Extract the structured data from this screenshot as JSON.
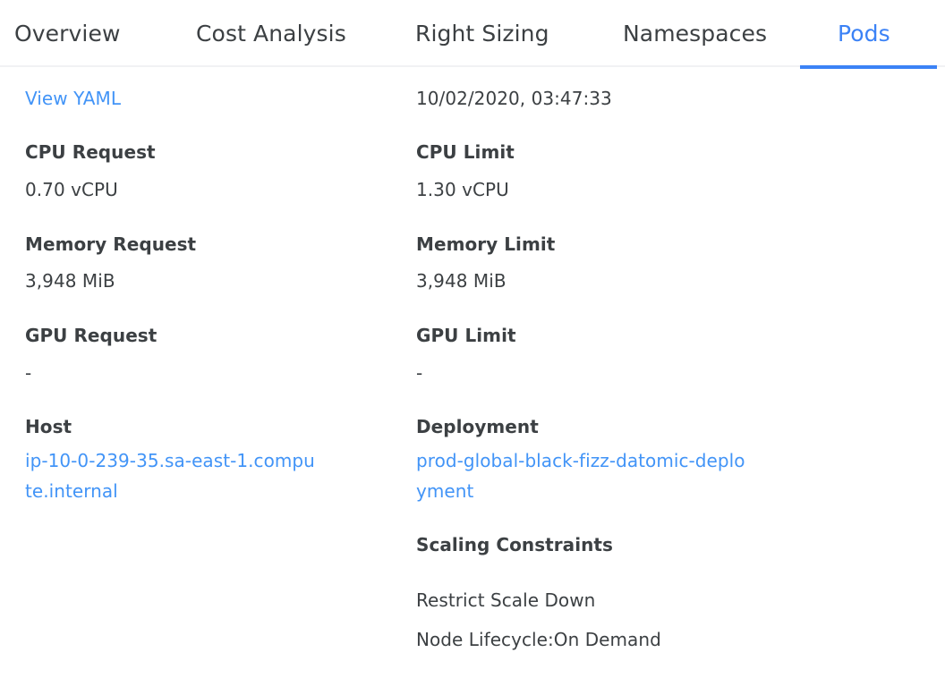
{
  "theme": {
    "accent": "#3b82f6",
    "link": "#4294f7",
    "text": "#3c4043",
    "border": "#f1f2f4",
    "background": "#ffffff"
  },
  "tabs": [
    {
      "label": "Overview",
      "active": false
    },
    {
      "label": "Cost Analysis",
      "active": false
    },
    {
      "label": "Right Sizing",
      "active": false
    },
    {
      "label": "Namespaces",
      "active": false
    },
    {
      "label": "Pods",
      "active": true
    }
  ],
  "detail": {
    "left": {
      "view_yaml_link": "View YAML",
      "cpu_request_label": "CPU Request",
      "cpu_request_value": "0.70 vCPU",
      "memory_request_label": "Memory Request",
      "memory_request_value": "3,948 MiB",
      "gpu_request_label": "GPU Request",
      "gpu_request_value": "-",
      "host_label": "Host",
      "host_value": "ip-10-0-239-35.sa-east-1.compute.internal"
    },
    "right": {
      "timestamp": "10/02/2020, 03:47:33",
      "cpu_limit_label": "CPU Limit",
      "cpu_limit_value": "1.30 vCPU",
      "memory_limit_label": "Memory Limit",
      "memory_limit_value": "3,948 MiB",
      "gpu_limit_label": "GPU Limit",
      "gpu_limit_value": "-",
      "deployment_label": "Deployment",
      "deployment_value": "prod-global-black-fizz-datomic-deployment",
      "scaling_constraints_label": "Scaling Constraints",
      "scaling_constraints": [
        "Restrict Scale Down",
        "Node Lifecycle:On Demand"
      ]
    }
  }
}
